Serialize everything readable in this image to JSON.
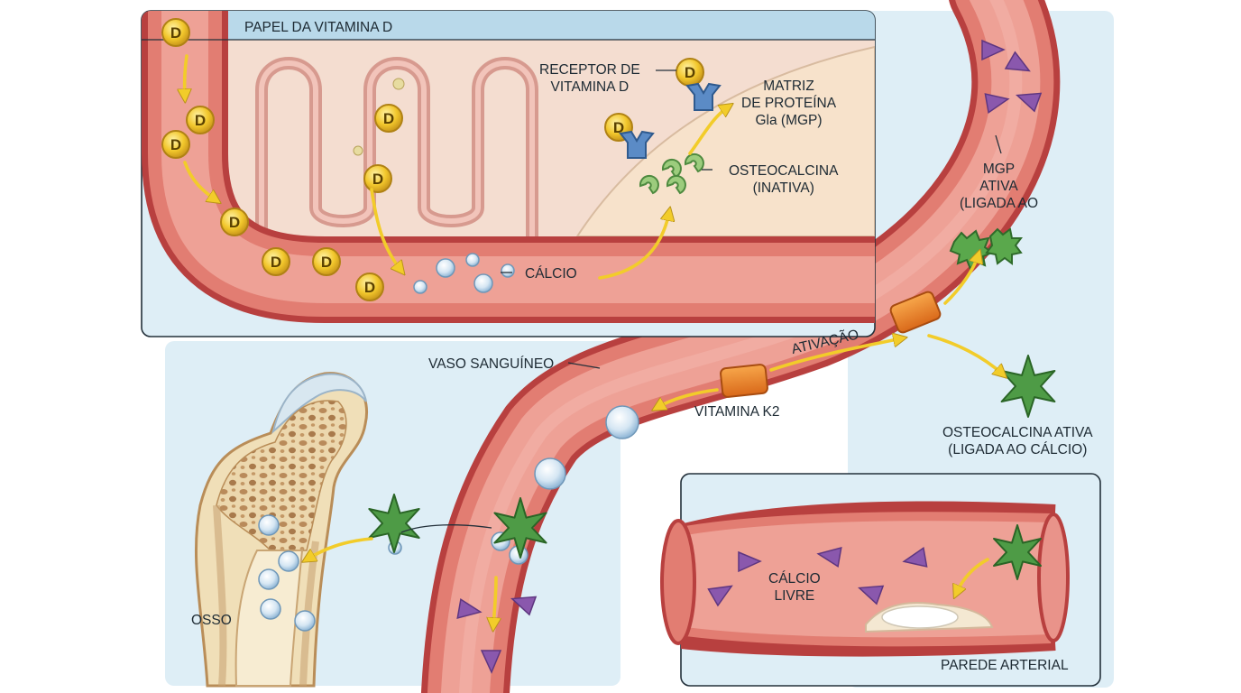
{
  "panels": {
    "top_title": "PAPEL DA VITAMINA D",
    "artery_title": "PAREDE ARTERIAL"
  },
  "labels": {
    "receptor": "RECEPTOR DE\nVITAMINA D",
    "mgp": "MATRIZ\nDE PROTEÍNA\nGla (MGP)",
    "osteocalcina_inativa": "OSTEOCALCINA\n(INATIVA)",
    "calcio": "CÁLCIO",
    "mgp_ativa": "MGP\nATIVA\n(LIGADA AO",
    "vaso": "VASO SANGUÍNEO",
    "ativacao": "ATIVAÇÃO",
    "vitamina_k2": "VITAMINA K2",
    "osteocalcina_ativa": "OSTEOCALCINA ATIVA\n(LIGADA AO CÁLCIO)",
    "calcio_livre": "CÁLCIO\nLIVRE",
    "osso": "OSSO"
  },
  "glyphs": {
    "vitamin_d_letter": "D"
  },
  "colors": {
    "vessel_outer": "#c9514f",
    "vessel_inner": "#e27d72",
    "vessel_lumen": "#eea196",
    "panel_bg": "#deeef6",
    "vitamin_d": "#f2c72c",
    "osteocalcin": "#4e9b46",
    "vitamin_k2": "#ea8428",
    "calcium": "#d5e6f3",
    "free_calcium": "#8a58ad",
    "arrow": "#f2cc2a",
    "bone": "#eedcb5"
  }
}
